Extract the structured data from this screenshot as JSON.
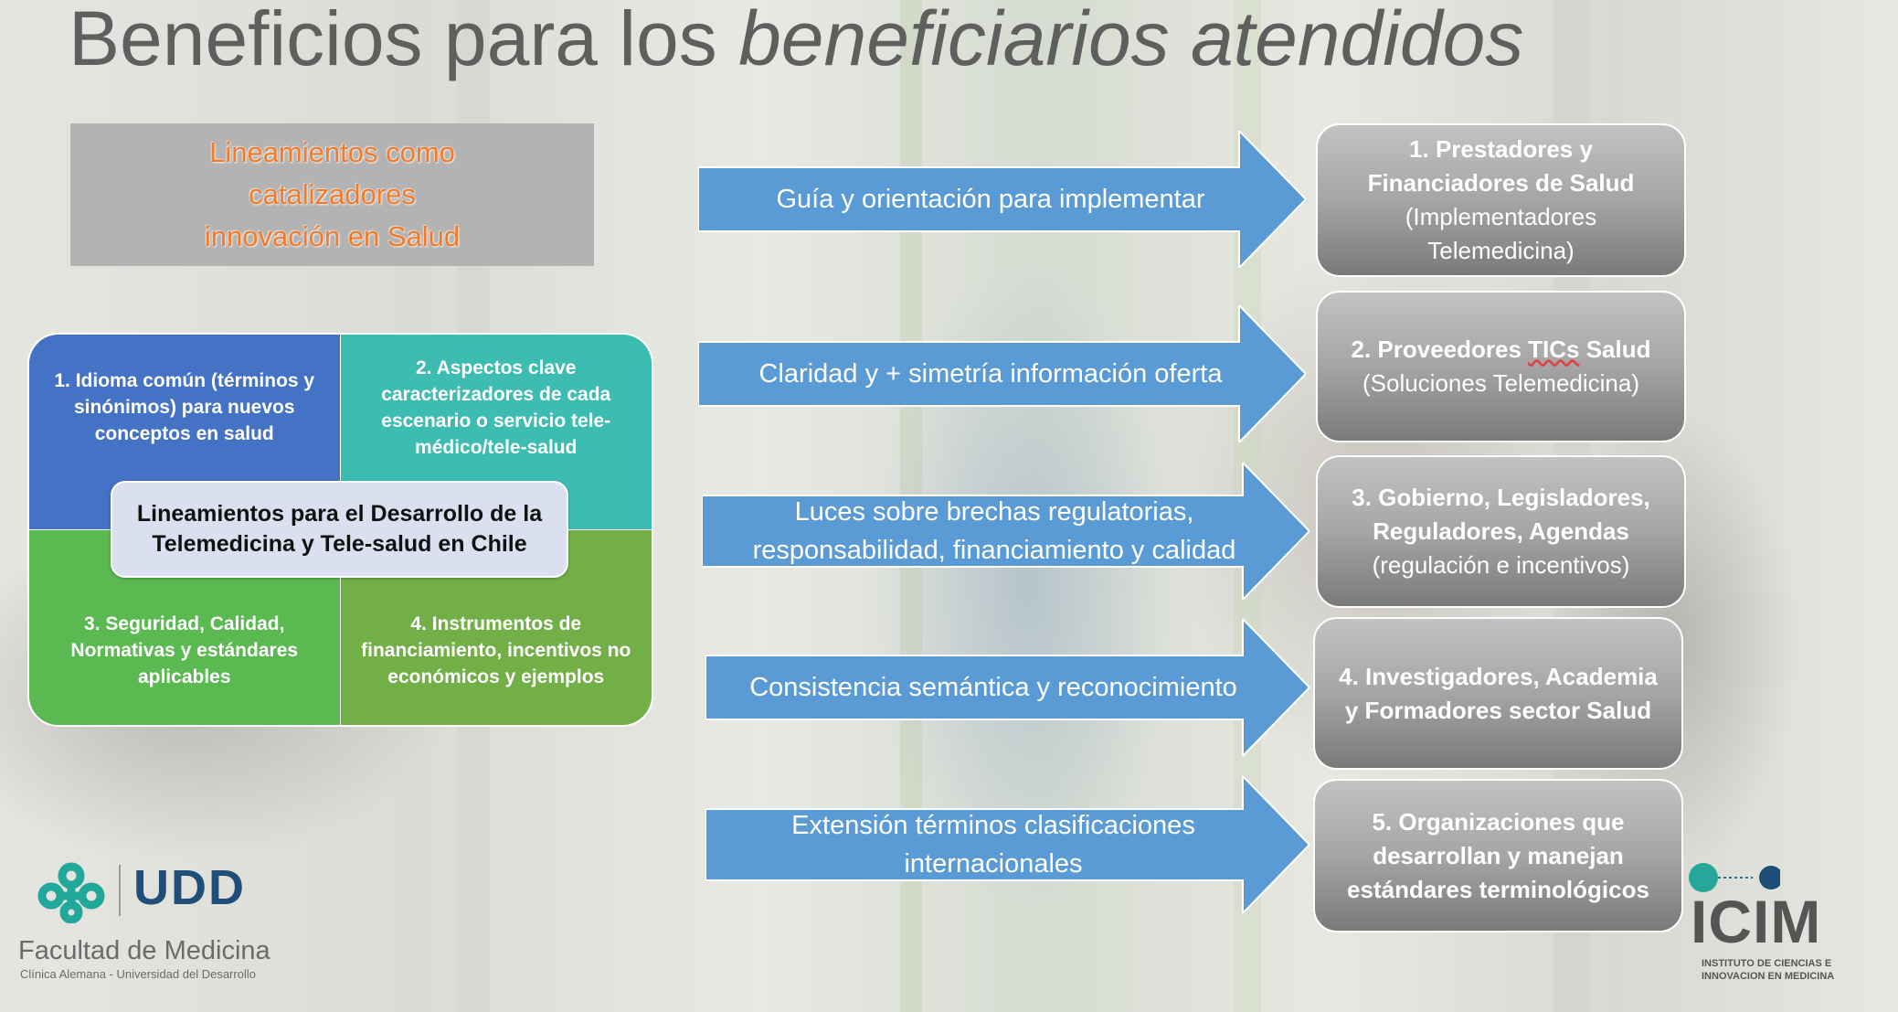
{
  "title": {
    "normal": "Beneficios para los ",
    "italic": "beneficiarios atendidos"
  },
  "catalyst_box": {
    "line1": "Lineamientos como",
    "line2": "catalizadores",
    "line3": "innovación en Salud",
    "color": "#f47a27"
  },
  "quadrant": {
    "q1": "1. Idioma común (términos y sinónimos) para nuevos conceptos en salud",
    "q2": "2. Aspectos clave caracterizadores de cada escenario o servicio tele-médico/tele-salud",
    "q3": "3. Seguridad, Calidad, Normativas y estándares aplicables",
    "q4": "4. Instrumentos de financiamiento, incentivos no económicos y ejemplos",
    "center": "Lineamientos para el Desarrollo de la Telemedicina y Tele-salud en Chile",
    "colors": {
      "q1": "#4472c4",
      "q2": "#3dbcb1",
      "q3": "#5ab950",
      "q4": "#72af47"
    }
  },
  "arrows": [
    {
      "text": "Guía y orientación para implementar"
    },
    {
      "text": "Claridad y + simetría información oferta"
    },
    {
      "text": "Luces sobre brechas regulatorias, responsabilidad, financiamiento y calidad"
    },
    {
      "text": "Consistencia semántica y reconocimiento"
    },
    {
      "text": "Extensión términos clasificaciones internacionales"
    }
  ],
  "arrow_color": "#5b9bd5",
  "stakeholders": [
    {
      "line1": "1. Prestadores y",
      "line2": "Financiadores de  Salud",
      "line3": "(Implementadores",
      "line4": "Telemedicina)"
    },
    {
      "line1_pre": "2. Proveedores ",
      "line1_mark": "TICs",
      "line1_post": " Salud",
      "line2": "(Soluciones Telemedicina)"
    },
    {
      "line1": "3. Gobierno, Legisladores,",
      "line2": "Reguladores, Agendas",
      "line3": "(regulación e incentivos)"
    },
    {
      "line1": "4. Investigadores,  Academia",
      "line2": "y Formadores sector Salud"
    },
    {
      "line1": "5. Organizaciones que",
      "line2": "desarrollan y manejan",
      "line3": "estándares terminológicos"
    }
  ],
  "logos": {
    "udd": {
      "wordmark": "UDD",
      "faculty": "Facultad de Medicina",
      "subtitle": "Clínica Alemana - Universidad del Desarrollo",
      "icon": "udd-emblem-icon",
      "color": "#22a79b"
    },
    "icim": {
      "wordmark": "ICIM",
      "line1": "INSTITUTO DE CIENCIAS E",
      "line2": "INNOVACION EN MEDICINA",
      "icon": "icim-dots-icon"
    }
  }
}
